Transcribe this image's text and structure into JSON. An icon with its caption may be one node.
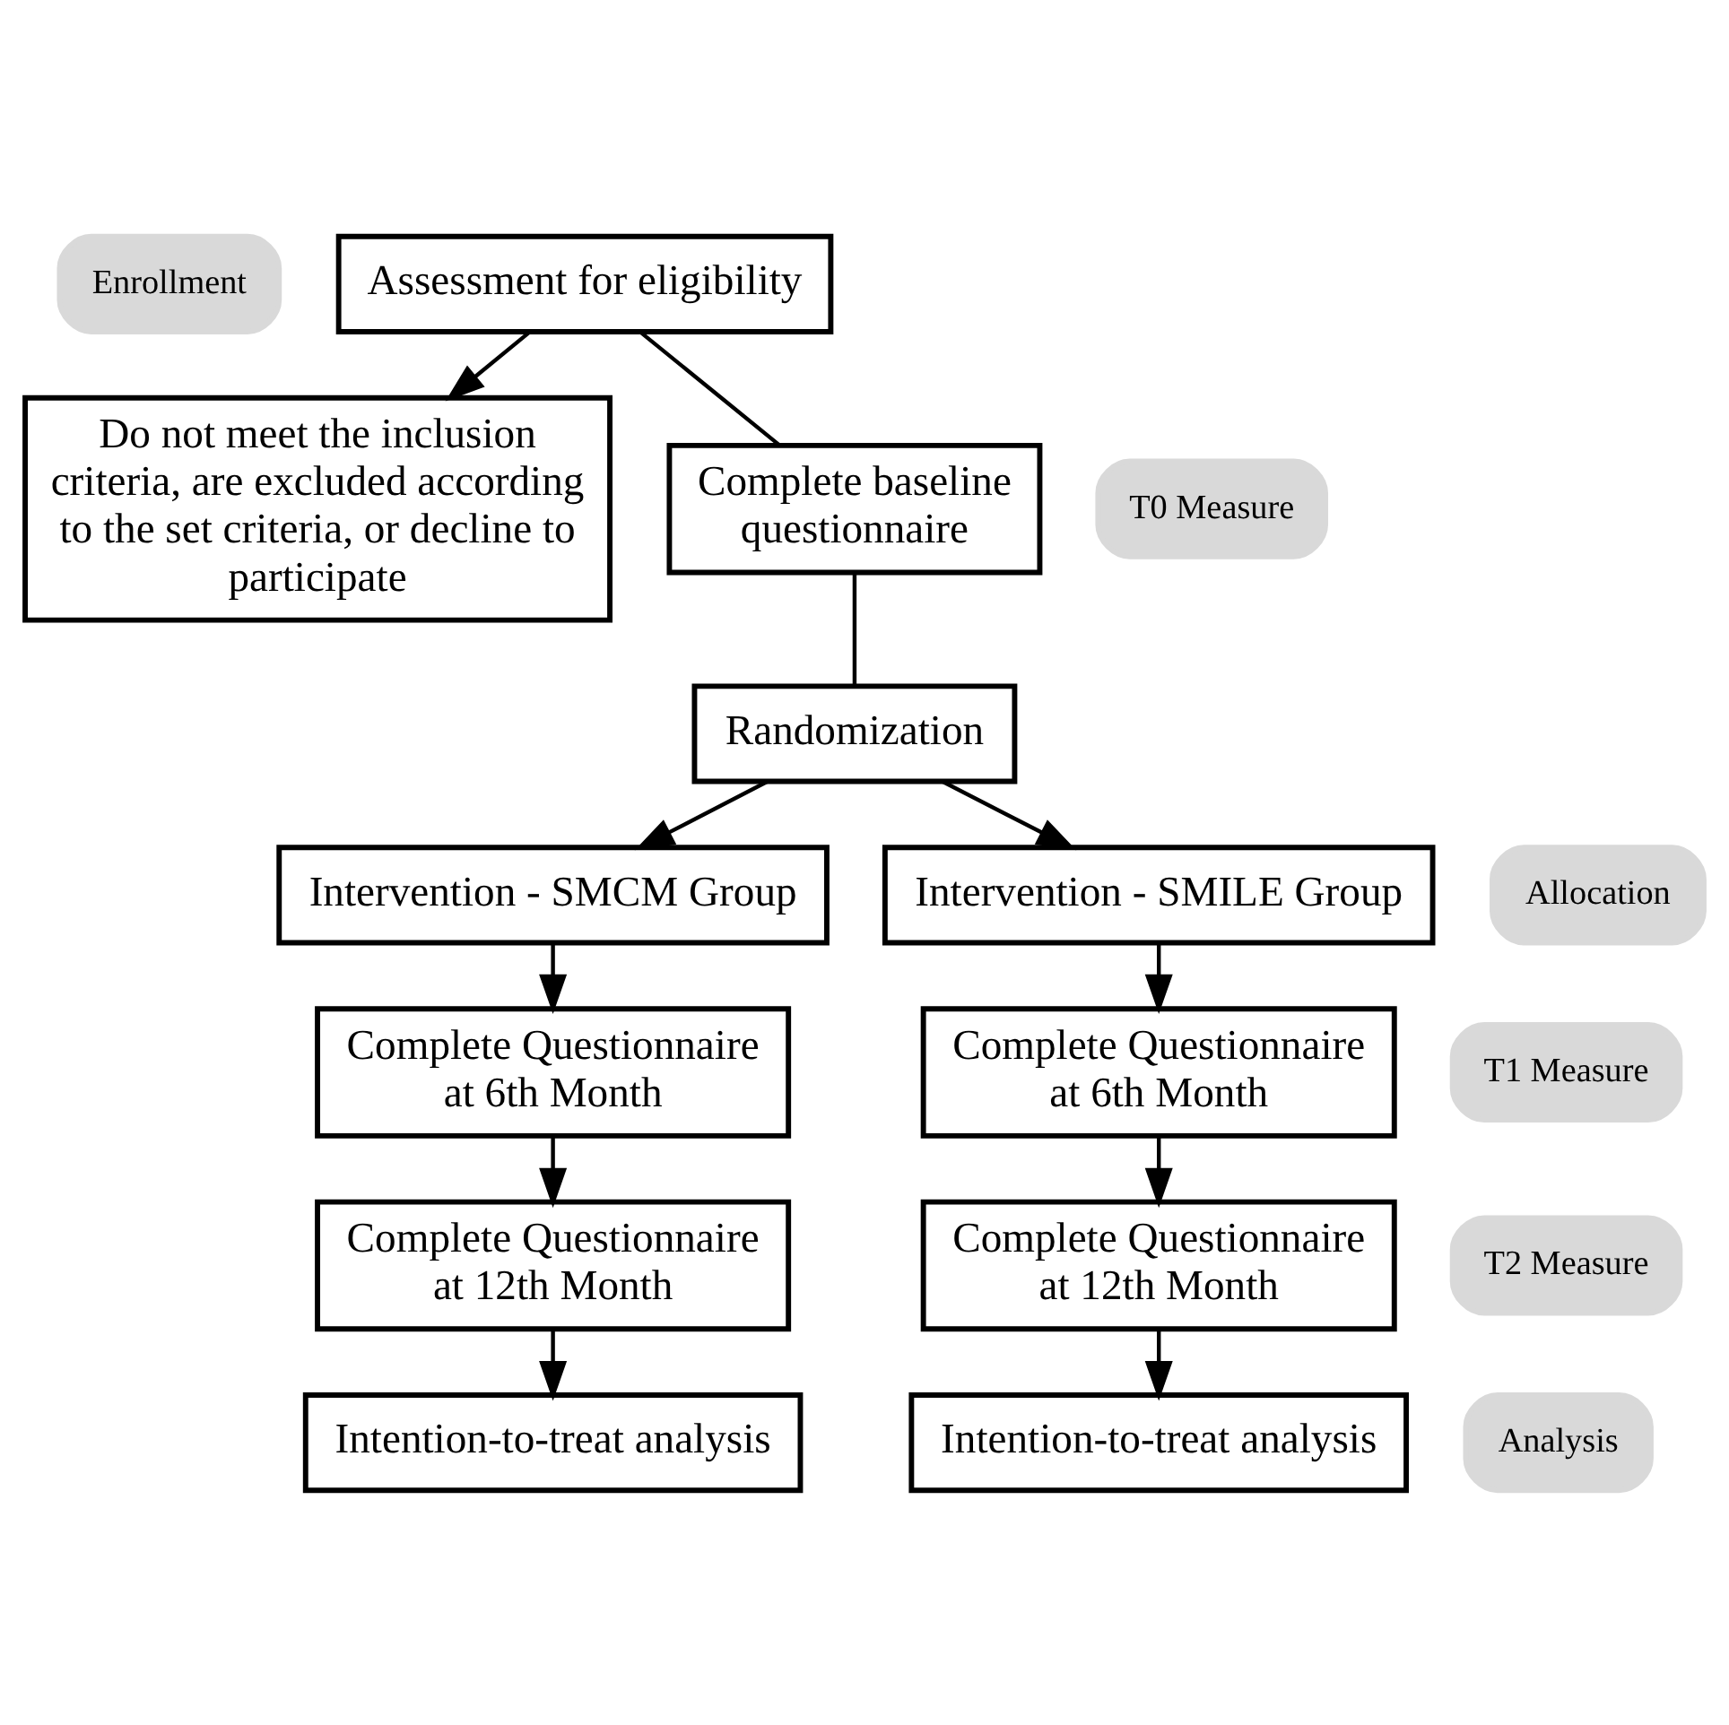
{
  "diagram": {
    "nodes": [
      {
        "text": [
          "Enrollment"
        ]
      },
      {
        "text": [
          "Assessment for eligibility"
        ]
      },
      {
        "text": [
          "Do not meet the inclusion criteria, are excluded according to the set criteria, or decline to participate"
        ]
      },
      {
        "text": [
          "T0 Measure"
        ]
      },
      {
        "text": [
          "Complete baseline questionnaire"
        ]
      },
      {
        "text": [
          "Randomization"
        ]
      },
      {
        "text": [
          "Intervention - SMCM Group"
        ]
      },
      {
        "text": [
          "Allocation"
        ]
      },
      {
        "text": [
          "Intervention - SMILE Group"
        ]
      },
      {
        "text": [
          "Complete Questionnaire at 6th Month"
        ]
      },
      {
        "text": [
          "T1 Measure"
        ]
      },
      {
        "text": [
          "Complete Questionnaire at 6th Month"
        ]
      },
      {
        "text": [
          "Complete Questionnaire at 12th Month"
        ]
      },
      {
        "text": [
          "T2 Measure"
        ]
      },
      {
        "text": [
          "Complete Questionnaire at 12th Month"
        ]
      },
      {
        "text": [
          "Intention-to-treat analysis"
        ]
      },
      {
        "text": [
          "Analysis"
        ]
      },
      {
        "text": [
          "Intention-to-treat analysis"
        ]
      }
    ],
    "edges": [
      {
        "from": 1,
        "to": 4,
        "arrow": "none"
      },
      {
        "from": 1,
        "to": 2,
        "arrow": "to"
      },
      {
        "from": 4,
        "to": 5,
        "arrow": "none"
      },
      {
        "from": 5,
        "to": 6,
        "arrow": "to"
      },
      {
        "from": 5,
        "to": 8,
        "arrow": "to"
      },
      {
        "from": 6,
        "to": 9,
        "arrow": "to"
      },
      {
        "from": 8,
        "to": 11,
        "arrow": "to"
      },
      {
        "from": 9,
        "to": 12,
        "arrow": "to"
      },
      {
        "from": 11,
        "to": 14,
        "arrow": "to"
      },
      {
        "from": 12,
        "to": 15,
        "arrow": "to"
      },
      {
        "from": 14,
        "to": 17,
        "arrow": "to"
      }
    ]
  }
}
